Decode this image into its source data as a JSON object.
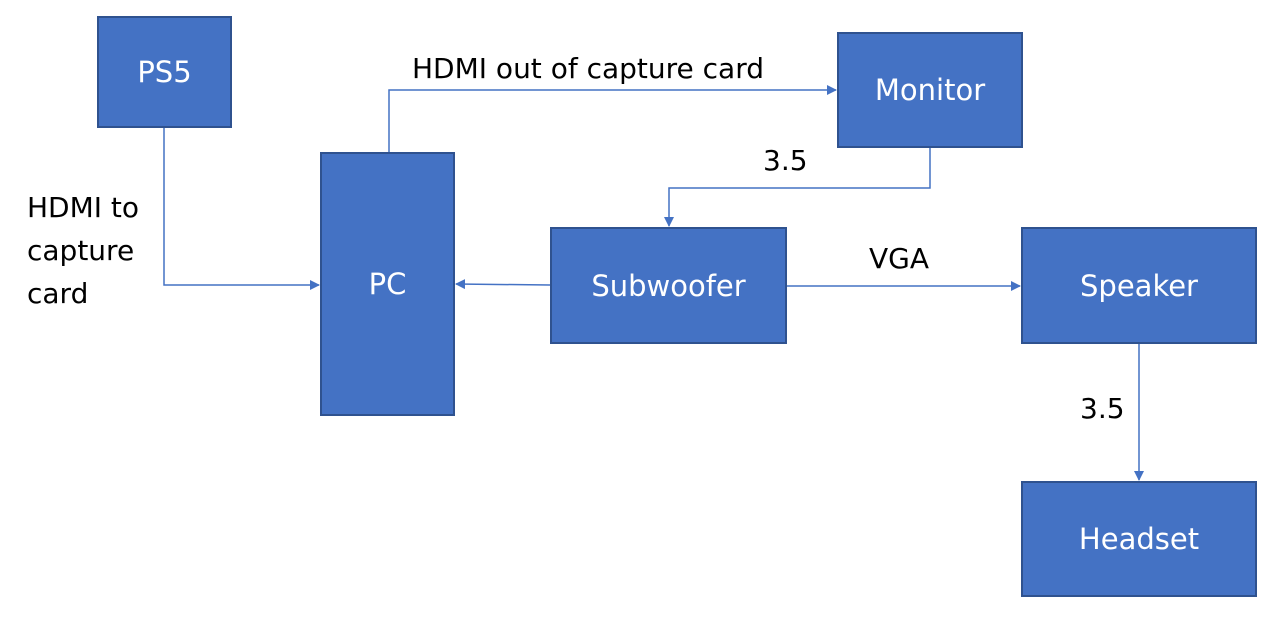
{
  "colors": {
    "node_fill": "#4472c4",
    "node_border": "#2f528f",
    "connector": "#4472c4",
    "label_text": "#000000",
    "node_text": "#ffffff"
  },
  "nodes": {
    "ps5": "PS5",
    "pc": "PC",
    "monitor": "Monitor",
    "subwoofer": "Subwoofer",
    "speaker": "Speaker",
    "headset": "Headset"
  },
  "edge_labels": {
    "ps5_to_pc": "HDMI to\ncapture\ncard",
    "pc_to_monitor": "HDMI out of capture card",
    "monitor_to_subwoofer": "3.5",
    "subwoofer_to_speaker": "VGA",
    "speaker_to_headset": "3.5"
  },
  "edges": [
    {
      "from": "PS5",
      "to": "PC"
    },
    {
      "from": "PC",
      "to": "Monitor"
    },
    {
      "from": "Monitor",
      "to": "Subwoofer"
    },
    {
      "from": "Subwoofer",
      "to": "PC"
    },
    {
      "from": "Subwoofer",
      "to": "Speaker"
    },
    {
      "from": "Speaker",
      "to": "Headset"
    }
  ]
}
